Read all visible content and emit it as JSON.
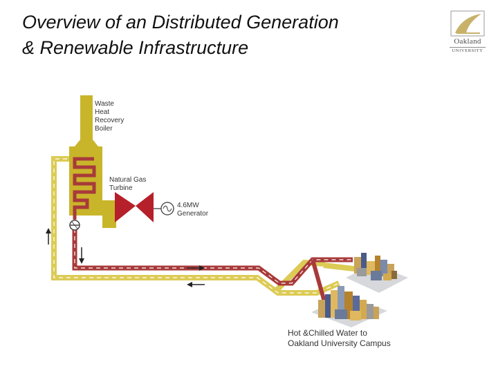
{
  "slide": {
    "title_line1": "Overview of an Distributed Generation",
    "title_line2": "& Renewable Infrastructure"
  },
  "logo": {
    "word1": "Oakland",
    "word2": "UNIVERSITY"
  },
  "diagram": {
    "boiler_label": [
      "Waste",
      "Heat",
      "Recovery",
      "Boiler"
    ],
    "turbine_label": [
      "Natural Gas",
      "Turbine"
    ],
    "generator_label": [
      "4.6MW",
      "Generator"
    ],
    "campus_label": [
      "Hot &Chilled Water to",
      "Oakland University Campus"
    ]
  },
  "colors": {
    "supply_pipe": "#a83232",
    "return_pipe": "#d9c74a",
    "boiler": "#c9b52a",
    "turbine": "#b5202a",
    "logo": "#c8b26a"
  }
}
